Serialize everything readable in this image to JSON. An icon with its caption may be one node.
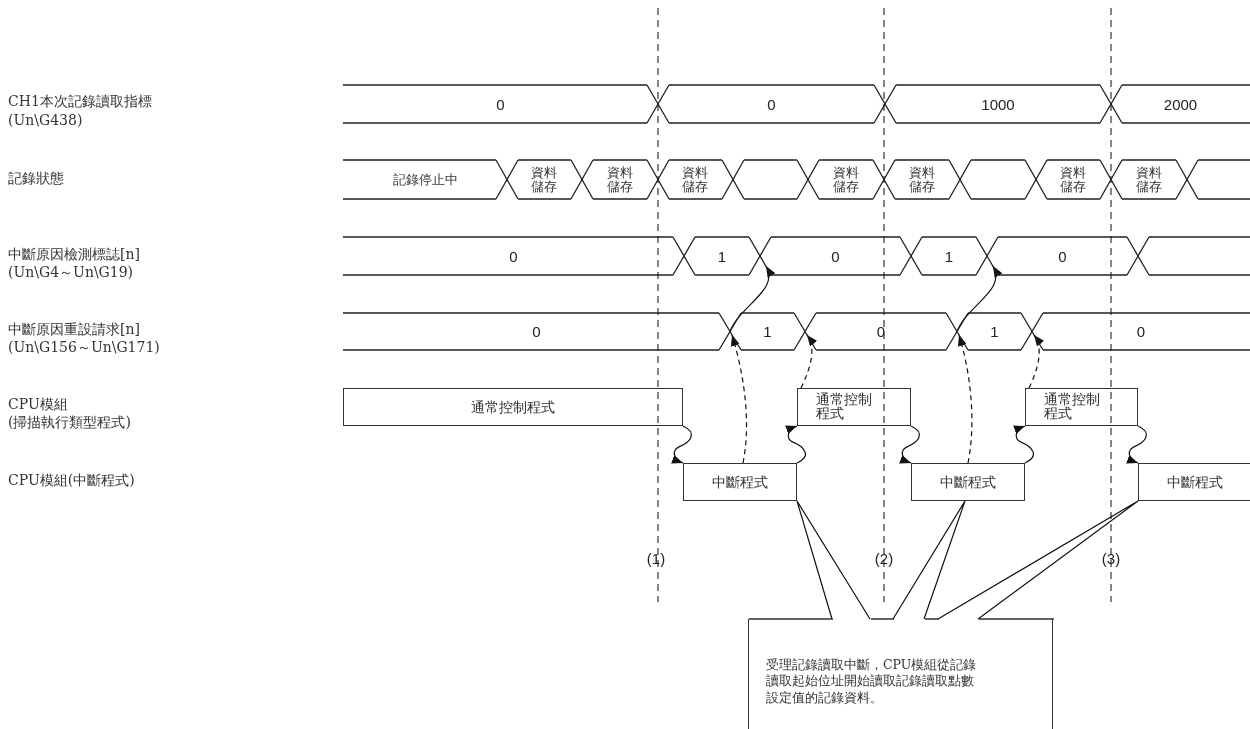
{
  "diagram": {
    "nodes": [
      {
        "text": [
          "0"
        ]
      },
      {
        "text": [
          "0"
        ]
      },
      {
        "text": [
          "1000"
        ]
      },
      {
        "text": [
          "2000"
        ]
      },
      {
        "text": [
          "記錄停止中"
        ]
      },
      {
        "text": [
          "資料儲存"
        ]
      },
      {
        "text": [
          "資料儲存"
        ]
      },
      {
        "text": [
          "資料儲存"
        ]
      },
      {
        "text": [],
        "shape": "bar"
      },
      {
        "text": [
          "資料儲存"
        ]
      },
      {
        "text": [
          "資料儲存"
        ]
      },
      {
        "text": [],
        "shape": "bar"
      },
      {
        "text": [
          "資料儲存"
        ]
      },
      {
        "text": [
          "資料儲存"
        ]
      },
      {
        "text": [],
        "shape": "bar"
      },
      {
        "text": [
          "0"
        ]
      },
      {
        "text": [
          "1"
        ]
      },
      {
        "text": [
          "0"
        ]
      },
      {
        "text": [
          "1"
        ]
      },
      {
        "text": [
          "0"
        ]
      },
      {
        "text": [],
        "shape": "bar"
      },
      {
        "text": [
          "0"
        ]
      },
      {
        "text": [
          "1"
        ]
      },
      {
        "text": [
          "0"
        ]
      },
      {
        "text": [
          "1"
        ]
      },
      {
        "text": [
          "0"
        ]
      },
      {
        "text": [
          "通常控制程式"
        ]
      },
      {
        "text": [
          "通常控制程式"
        ]
      },
      {
        "text": [
          "通常控制程式"
        ]
      },
      {
        "text": [
          "中斷程式"
        ]
      },
      {
        "text": [
          "中斷程式"
        ]
      },
      {
        "text": [
          "中斷程式"
        ]
      },
      {
        "text": [
          "受理記錄讀取中斷，CPU模組從記錄讀取起始位址開始讀取記錄讀取點數設定值的記錄資料。"
        ]
      }
    ],
    "edges": [
      {
        "from": 26,
        "to": 29,
        "arrow": "to"
      },
      {
        "from": 29,
        "to": 22,
        "arrow": "to",
        "style": "dashed"
      },
      {
        "from": 22,
        "to": 17,
        "arrow": "to"
      },
      {
        "from": 29,
        "to": 27,
        "arrow": "to"
      },
      {
        "from": 27,
        "to": 23,
        "arrow": "to",
        "style": "dashed"
      },
      {
        "from": 27,
        "to": 30,
        "arrow": "to"
      },
      {
        "from": 30,
        "to": 24,
        "arrow": "to",
        "style": "dashed"
      },
      {
        "from": 24,
        "to": 19,
        "arrow": "to"
      },
      {
        "from": 30,
        "to": 28,
        "arrow": "to"
      },
      {
        "from": 28,
        "to": 25,
        "arrow": "to",
        "style": "dashed"
      },
      {
        "from": 28,
        "to": 31,
        "arrow": "to"
      },
      {
        "from": 32,
        "to": 29,
        "arrow": "none"
      },
      {
        "from": 32,
        "to": 30,
        "arrow": "none"
      },
      {
        "from": 32,
        "to": 31,
        "arrow": "none"
      }
    ],
    "labels": [
      "CH1本次記錄讀取指標",
      "(Un\\G438)",
      "記錄狀態",
      "中斷原因檢測標誌[n]",
      "(Un\\G4～Un\\G19)",
      "中斷原因重設請求[n]",
      "(Un\\G156～Un\\G171)",
      "CPU模組",
      "(掃描執行類型程式)",
      "CPU模組(中斷程式)",
      "(1)",
      "(2)",
      "(3)"
    ]
  }
}
